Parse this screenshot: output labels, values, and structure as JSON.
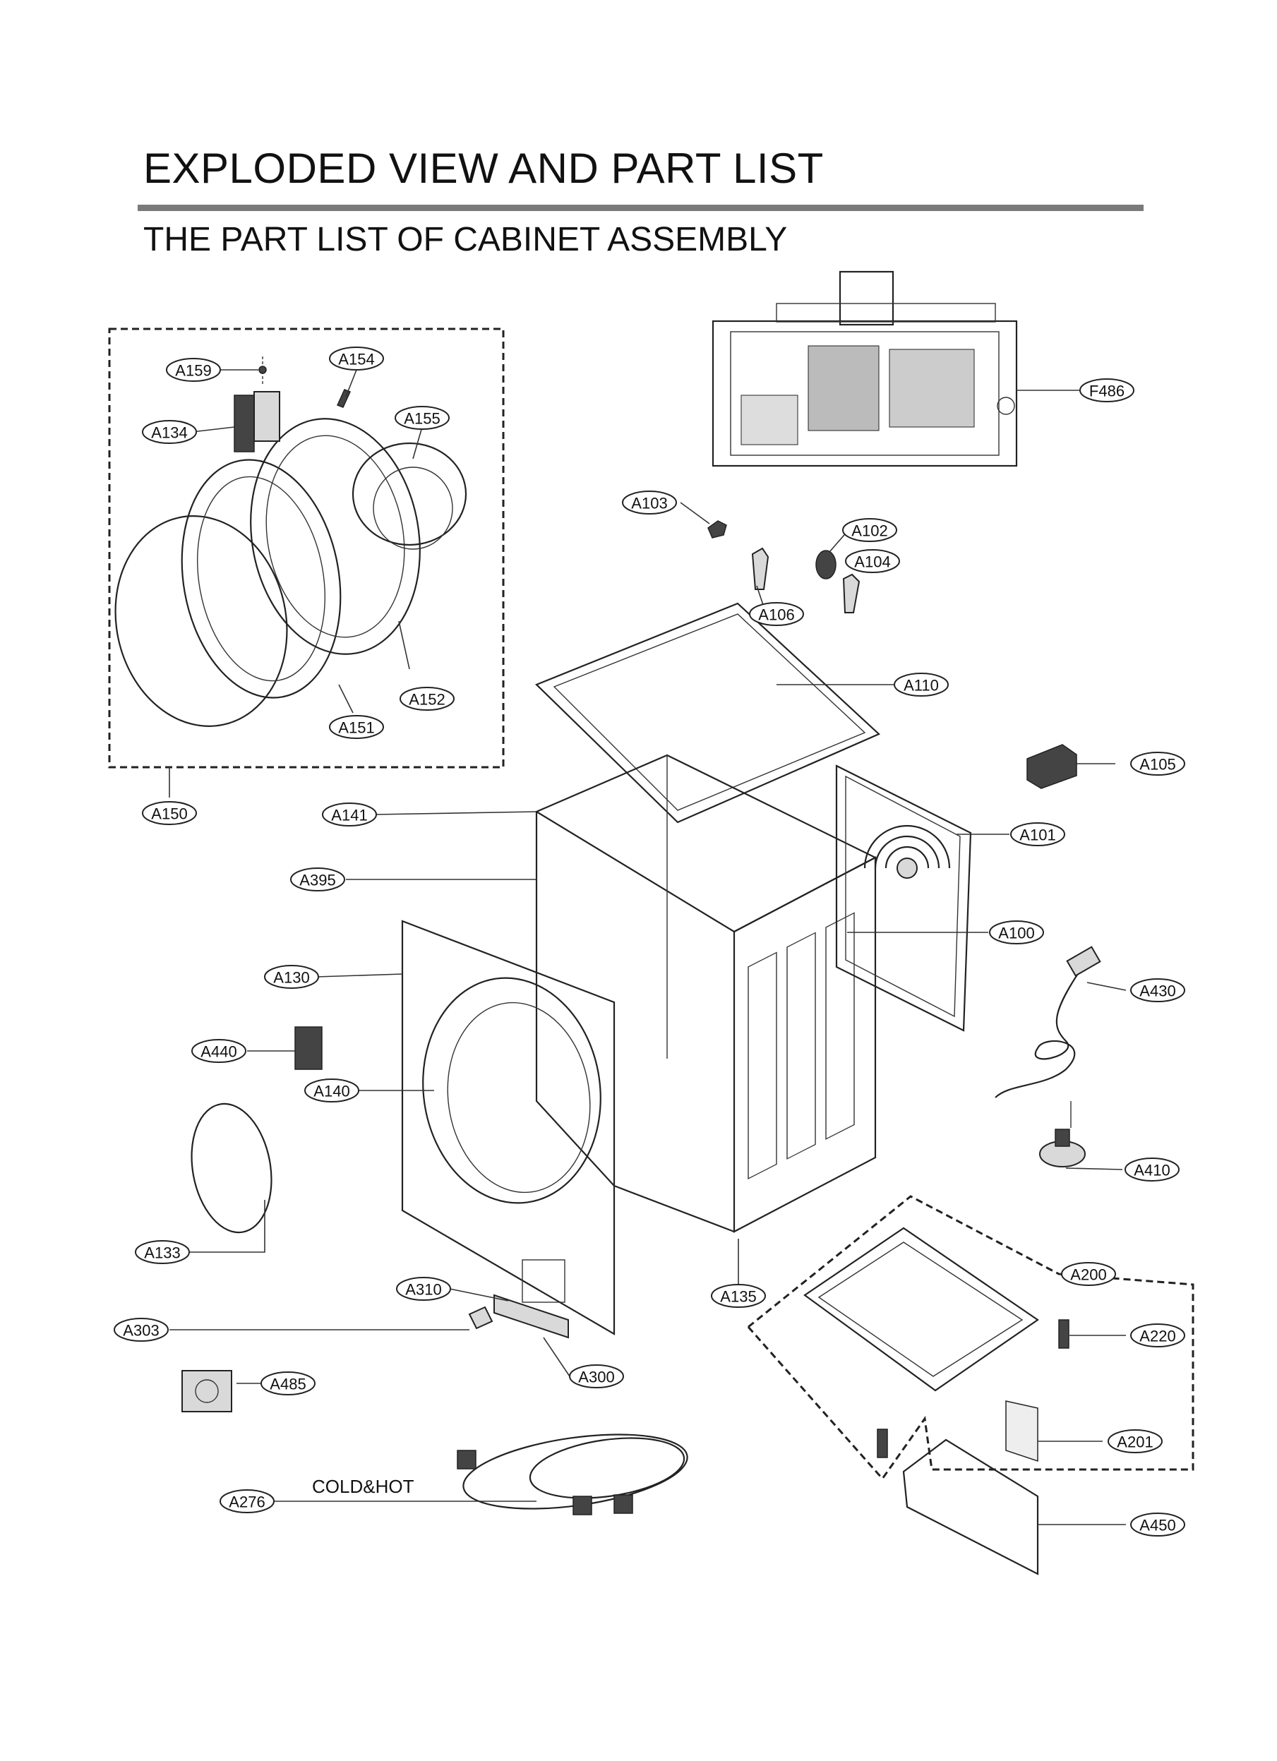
{
  "header": {
    "title": "EXPLODED VIEW AND PART LIST",
    "subtitle": "THE PART LIST OF CABINET ASSEMBLY"
  },
  "callouts": {
    "A159": "A159",
    "A154": "A154",
    "A134": "A134",
    "A155": "A155",
    "A152": "A152",
    "A151": "A151",
    "A150": "A150",
    "F486": "F486",
    "A103": "A103",
    "A102": "A102",
    "A104": "A104",
    "A106": "A106",
    "A110": "A110",
    "A105": "A105",
    "A101": "A101",
    "A141": "A141",
    "A395": "A395",
    "A100": "A100",
    "A130": "A130",
    "A430": "A430",
    "A440": "A440",
    "A140": "A140",
    "A410": "A410",
    "A133": "A133",
    "A200": "A200",
    "A310": "A310",
    "A135": "A135",
    "A220": "A220",
    "A303": "A303",
    "A300": "A300",
    "A485": "A485",
    "A201": "A201",
    "A276": "A276",
    "A450": "A450"
  },
  "hose_note": "COLD&HOT"
}
